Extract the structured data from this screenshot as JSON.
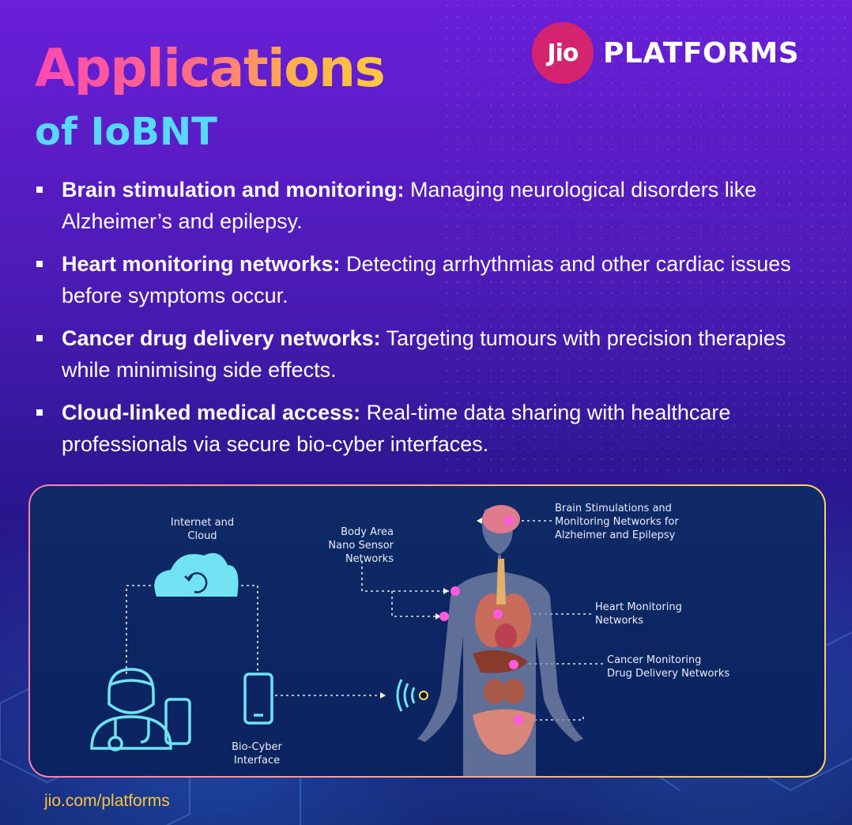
{
  "brand": {
    "logo_mark": "Jio",
    "logo_text": "PLATFORMS",
    "url": "jio.com/platforms"
  },
  "header": {
    "title": "Applications",
    "subtitle": "of IoBNT"
  },
  "bullets": [
    {
      "bold": "Brain stimulation and monitoring:",
      "text": " Managing neurological disorders like Alzheimer’s and epilepsy."
    },
    {
      "bold": "Heart monitoring networks:",
      "text": " Detecting arrhythmias and other cardiac issues before symptoms occur."
    },
    {
      "bold": "Cancer drug delivery networks:",
      "text": " Targeting tumours with precision therapies while minimising side effects."
    },
    {
      "bold": "Cloud-linked medical access:",
      "text": " Real-time data sharing with healthcare professionals via secure bio-cyber interfaces."
    }
  ],
  "diagram": {
    "internet_cloud": [
      "Internet and",
      "Cloud"
    ],
    "bio_cyber": [
      "Bio-Cyber",
      "Interface"
    ],
    "body_area": [
      "Body Area",
      "Nano Sensor",
      "Networks"
    ],
    "brain": [
      "Brain Stimulations and",
      "Monitoring Networks for",
      "Alzheimer and Epilepsy"
    ],
    "heart": [
      "Heart Monitoring",
      "Networks"
    ],
    "cancer": [
      "Cancer Monitoring",
      "Drug Delivery Networks"
    ]
  },
  "colors": {
    "title_gradient": [
      "#ff49b2",
      "#ffc940"
    ],
    "subtitle": "#56d8ff",
    "logo": "#d4236f",
    "url": "#ffc43c",
    "icons": "#6fe3f2"
  },
  "icons": [
    "cloud-sync-icon",
    "doctor-icon",
    "smartphone-icon",
    "wireless-signal-icon"
  ]
}
